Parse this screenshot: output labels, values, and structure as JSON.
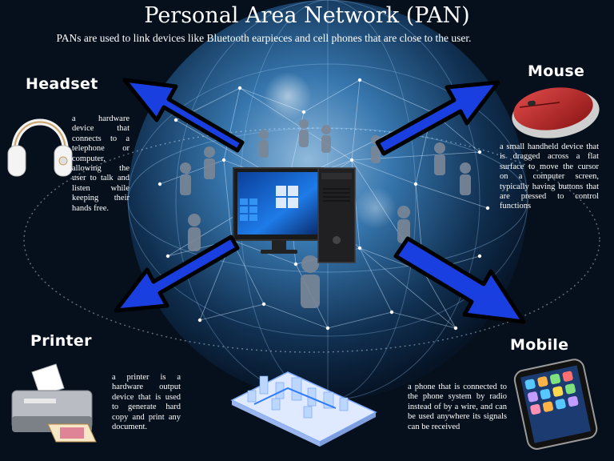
{
  "title": "Personal Area Network (PAN)",
  "subtitle": "PANs are used to link devices like Bluetooth earpieces and cell phones that are close to the user.",
  "devices": {
    "headset": {
      "label": "Headset",
      "description": "a hardware device that connects to a telephone or computer, allowing the user to talk and listen while keeping their hands free."
    },
    "mouse": {
      "label": "Mouse",
      "description": "a small handheld device that is dragged across a flat surface to move the cursor on a computer screen, typically having buttons that are pressed to control functions"
    },
    "printer": {
      "label": "Printer",
      "description": "a printer is a hardware output device that is used to generate hard copy and print any document."
    },
    "mobile": {
      "label": "Mobile",
      "description": "a phone that is connected to the phone system by radio instead of by a wire, and can be used anywhere its signals can be received"
    }
  },
  "colors": {
    "background": "#06101c",
    "globe": "#4d9fd6",
    "arrow": "#1a3fe0",
    "text": "#ffffff"
  },
  "icons": [
    "globe-network",
    "desktop-computer-icon",
    "headset-icon",
    "mouse-icon",
    "printer-icon",
    "mobile-phone-icon",
    "person-icon",
    "city-platform-icon"
  ]
}
